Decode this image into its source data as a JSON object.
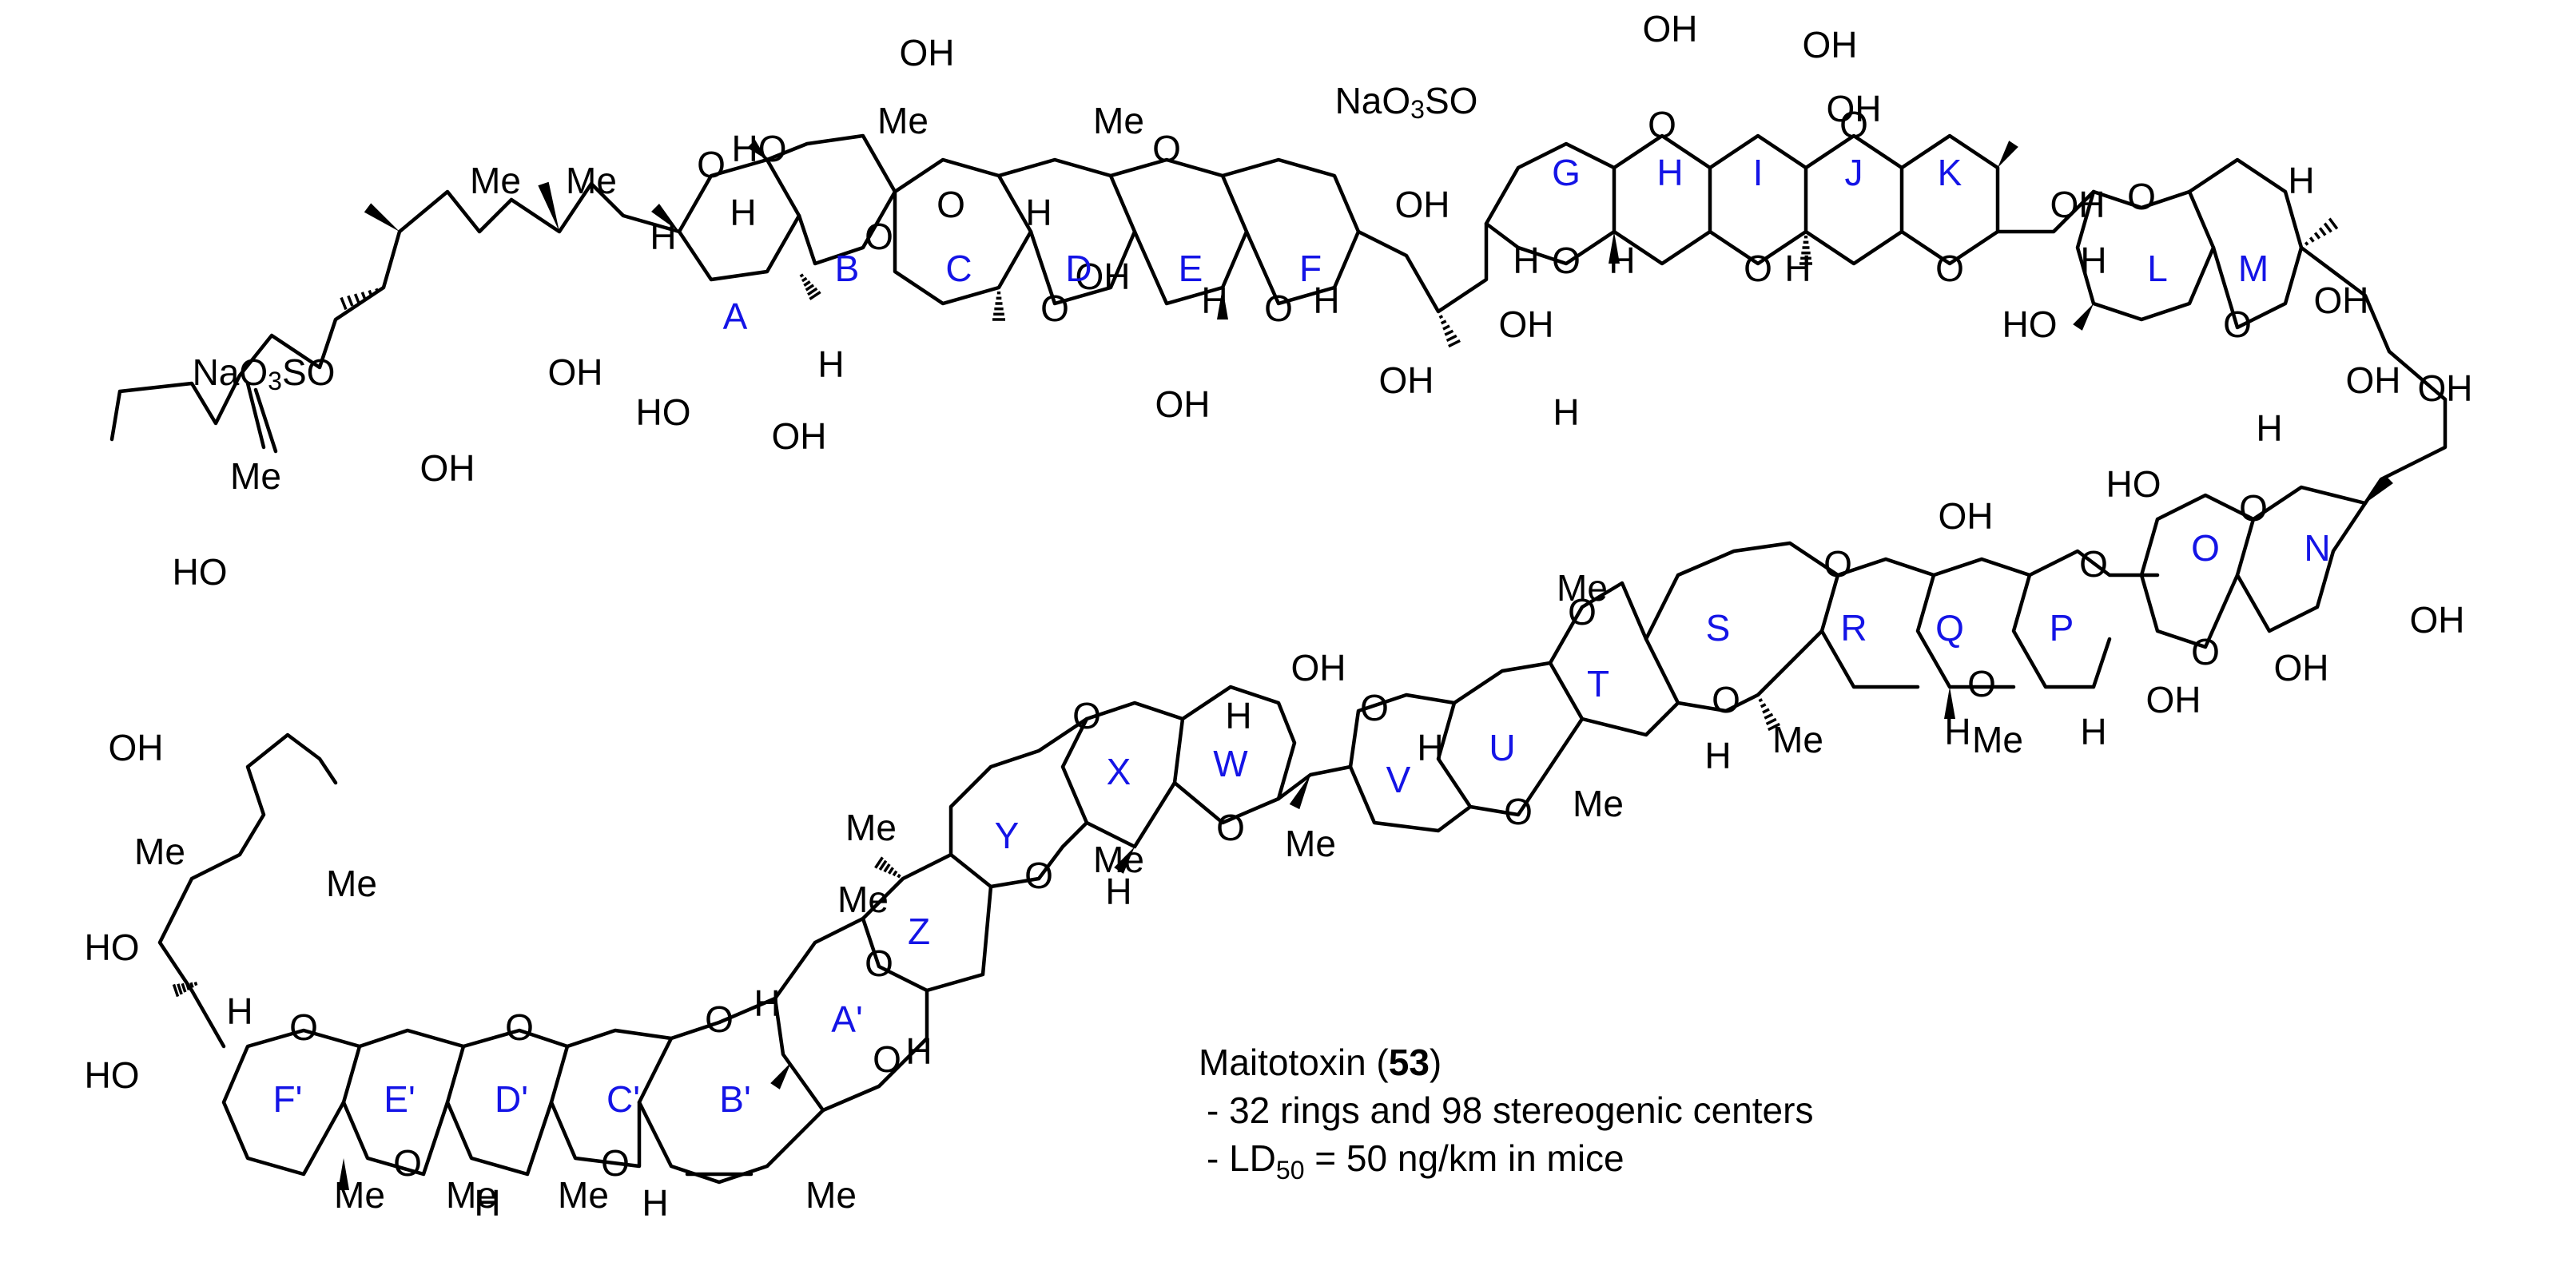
{
  "caption": {
    "compound_name": "Maitotoxin (",
    "compound_number": "53",
    "compound_close": ")",
    "note_1": "- 32 rings and 98 stereogenic centers",
    "note_2_prefix": "- LD",
    "note_2_subscript": "50",
    "note_2_suffix": " = 50 ng/km in mice"
  },
  "ring_labels": {
    "A": "A",
    "B": "B",
    "C": "C",
    "D": "D",
    "E": "E",
    "F": "F",
    "G": "G",
    "H": "H",
    "I": "I",
    "J": "J",
    "K": "K",
    "L": "L",
    "M": "M",
    "N": "N",
    "O": "O",
    "P": "P",
    "Q": "Q",
    "R": "R",
    "S": "S",
    "T": "T",
    "U": "U",
    "V": "V",
    "W": "W",
    "X": "X",
    "Y": "Y",
    "Z": "Z",
    "A2": "A'",
    "B2": "B'",
    "C2": "C'",
    "D2": "D'",
    "E2": "E'",
    "F2": "F'"
  },
  "atoms": {
    "oxygen": "O",
    "hydrogen": "H",
    "methyl": "Me",
    "hydroxyl": "OH",
    "hydroxyl_left": "HO",
    "sulfate_na": "NaO",
    "sulfate_sub": "3",
    "sulfate_so": "SO"
  },
  "colors": {
    "ring_label": "#1414e6",
    "structure": "#000000",
    "background": "#ffffff"
  }
}
